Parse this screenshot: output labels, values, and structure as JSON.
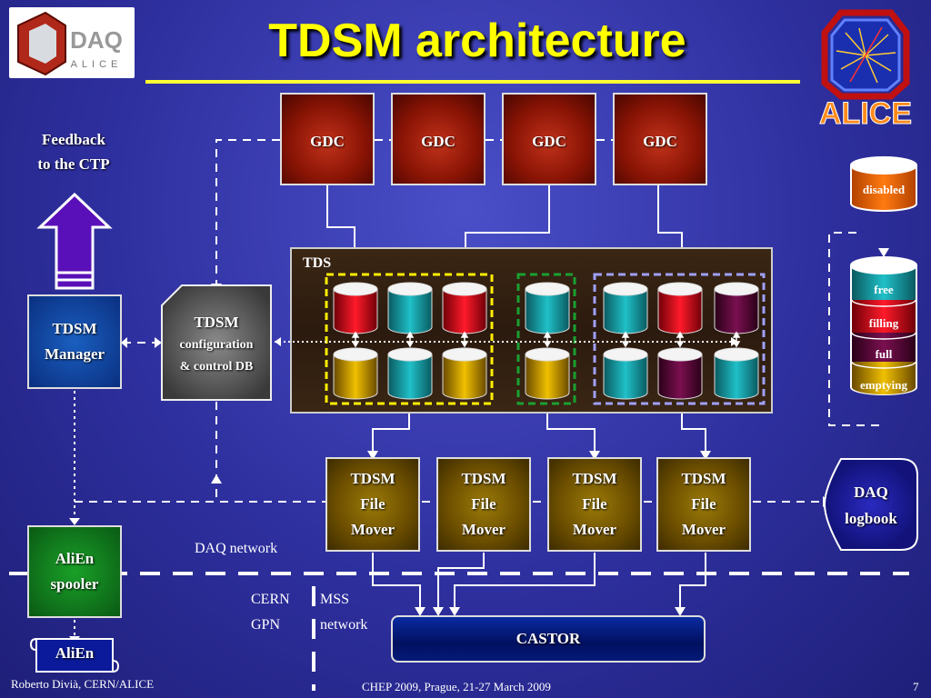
{
  "title": "TDSM architecture",
  "logos": {
    "daq_word": "DAQ",
    "daq_sub": "ALICE",
    "alice_word": "ALICE"
  },
  "gdc_label": "GDC",
  "feedback": {
    "line1": "Feedback",
    "line2": "to the CTP"
  },
  "manager": {
    "line1": "TDSM",
    "line2": "Manager"
  },
  "config_db": {
    "line1": "TDSM",
    "line2": "configuration",
    "line3": "& control DB"
  },
  "tds_label": "TDS",
  "mover": {
    "line1": "TDSM",
    "line2": "File",
    "line3": "Mover"
  },
  "legend": {
    "disabled": "disabled",
    "free": "free",
    "filling": "filling",
    "full": "full",
    "emptying": "emptying"
  },
  "colors": {
    "free": "#1aa0a8",
    "filling": "#c81020",
    "full": "#5a0a3a",
    "emptying": "#c09000",
    "disabled": "#ff6a00"
  },
  "logbook": {
    "line1": "DAQ",
    "line2": "logbook"
  },
  "daq_network": "DAQ network",
  "alien_spooler": {
    "line1": "AliEn",
    "line2": "spooler"
  },
  "alien": "AliEn",
  "cern_gpn": {
    "line1": "CERN",
    "line2": "GPN"
  },
  "mss_network": {
    "line1": "MSS",
    "line2": "network"
  },
  "castor": "CASTOR",
  "footer": {
    "left": "Roberto Divià, CERN/ALICE",
    "middle": "CHEP 2009, Prague, 21-27 March 2009",
    "page": "7"
  }
}
